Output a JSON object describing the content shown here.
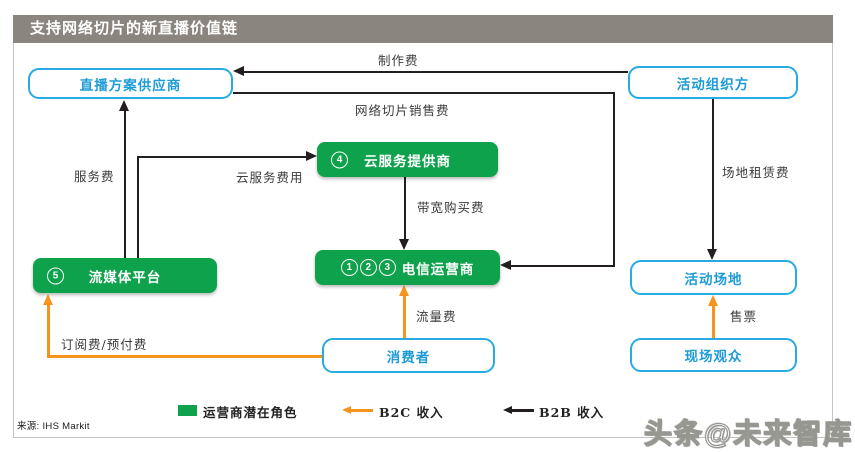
{
  "title": "支持网络切片的新直播价值链",
  "source": "来源: IHS Markit",
  "watermark": "头条@未来智库",
  "colors": {
    "green": "#0FA24C",
    "cyan": "#29ABE2",
    "blue_text": "#1E9CD7",
    "orange": "#F7941E",
    "black": "#231F20",
    "header_gray": "#8B8580"
  },
  "nodes": {
    "live_solution": {
      "label": "直播方案供应商"
    },
    "event_organizer": {
      "label": "活动组织方"
    },
    "cloud_provider": {
      "label": "云服务提供商",
      "badges": [
        "4"
      ]
    },
    "streaming_platform": {
      "label": "流媒体平台",
      "badges": [
        "5"
      ]
    },
    "telecom_operator": {
      "label": "电信运营商",
      "badges": [
        "1",
        "2",
        "3"
      ]
    },
    "event_venue": {
      "label": "活动场地"
    },
    "consumer": {
      "label": "消费者"
    },
    "live_audience": {
      "label": "现场观众"
    }
  },
  "edges": {
    "production_fee": "制作费",
    "slice_sales_fee": "网络切片销售费",
    "venue_rental_fee": "场地租赁费",
    "bandwidth_fee": "带宽购买费",
    "service_fee": "服务费",
    "cloud_service_fee": "云服务费用",
    "data_fee": "流量费",
    "ticket_fee": "售票",
    "subscription_fee": "订阅费/预付费"
  },
  "legend": {
    "role": "运营商潜在角色",
    "b2c": "B2C 收入",
    "b2b": "B2B 收入"
  }
}
